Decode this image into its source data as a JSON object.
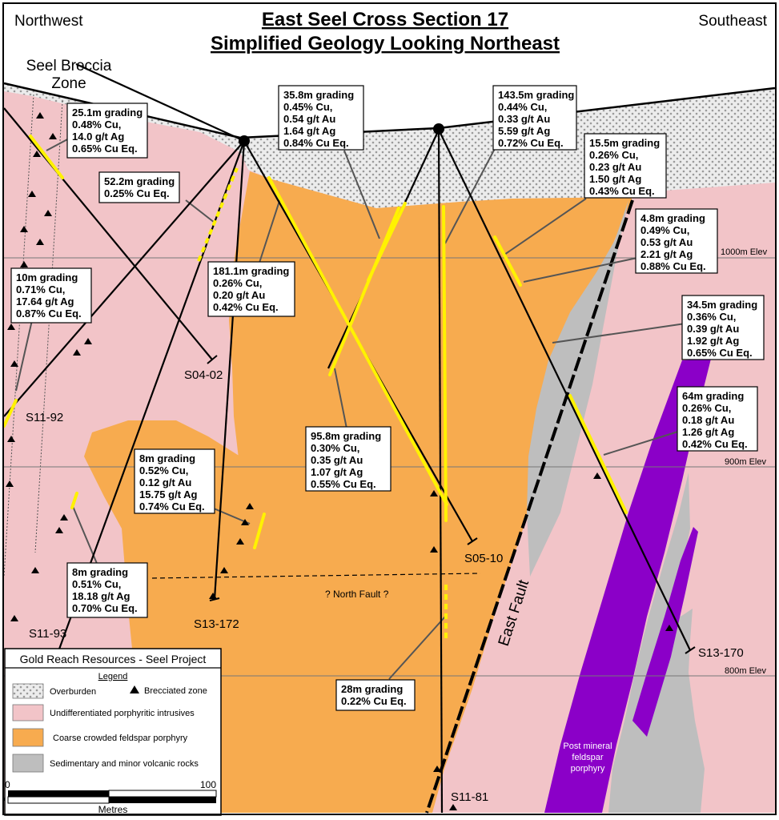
{
  "title_line1": "East Seel Cross Section 17",
  "title_line2": "Simplified Geology Looking Northeast",
  "corner_left": "Northwest",
  "corner_right": "Southeast",
  "zone_label": [
    "Seel Breccia",
    "Zone"
  ],
  "elevations": [
    "1000m Elev",
    "900m Elev",
    "800m Elev"
  ],
  "drillholes": [
    "S04-02",
    "S11-92",
    "S11-93",
    "S13-172",
    "S05-10",
    "S11-81",
    "S13-170"
  ],
  "faults": {
    "north": "? North Fault ?",
    "east": "East Fault"
  },
  "post_mineral": [
    "Post mineral",
    "feldspar",
    "porphyry"
  ],
  "grade_boxes": [
    {
      "lines": [
        "25.1m grading",
        "0.48% Cu,",
        "14.0 g/t Ag",
        "0.65% Cu Eq."
      ]
    },
    {
      "lines": [
        "52.2m grading",
        "0.25% Cu Eq."
      ]
    },
    {
      "lines": [
        "35.8m grading",
        "0.45% Cu,",
        "0.54 g/t Au",
        "1.64 g/t Ag",
        "0.84% Cu Eq."
      ]
    },
    {
      "lines": [
        "143.5m grading",
        "0.44% Cu,",
        "0.33 g/t Au",
        "5.59 g/t Ag",
        "0.72% Cu Eq."
      ]
    },
    {
      "lines": [
        "15.5m grading",
        "0.26% Cu,",
        "0.23 g/t Au",
        "1.50 g/t Ag",
        "0.43% Cu Eq."
      ]
    },
    {
      "lines": [
        "4.8m grading",
        "0.49% Cu,",
        "0.53 g/t Au",
        "2.21 g/t Ag",
        "0.88% Cu Eq."
      ]
    },
    {
      "lines": [
        "10m grading",
        "0.71% Cu,",
        "17.64 g/t Ag",
        "0.87% Cu Eq."
      ]
    },
    {
      "lines": [
        "181.1m grading",
        "0.26% Cu,",
        "0.20 g/t Au",
        "0.42% Cu Eq."
      ]
    },
    {
      "lines": [
        "34.5m grading",
        "0.36% Cu,",
        "0.39 g/t Au",
        "1.92 g/t Ag",
        "0.65% Cu Eq."
      ]
    },
    {
      "lines": [
        "64m grading",
        "0.26% Cu,",
        "0.18 g/t Au",
        "1.26 g/t Ag",
        "0.42% Cu Eq."
      ]
    },
    {
      "lines": [
        "95.8m grading",
        "0.30% Cu,",
        "0.35 g/t Au",
        "1.07 g/t Ag",
        "0.55% Cu Eq."
      ]
    },
    {
      "lines": [
        "8m grading",
        "0.52% Cu,",
        "0.12 g/t Au",
        "15.75 g/t Ag",
        "0.74% Cu Eq."
      ]
    },
    {
      "lines": [
        "8m grading",
        "0.51% Cu,",
        "18.18 g/t Ag",
        "0.70% Cu Eq."
      ]
    },
    {
      "lines": [
        "28m grading",
        "0.22% Cu Eq."
      ]
    }
  ],
  "legend": {
    "company": "Gold Reach Resources - Seel Project",
    "title": "Legend",
    "items": [
      {
        "label": "Overburden",
        "swatch": "pattern-dots"
      },
      {
        "label": "Undifferentiated porphyritic intrusives",
        "swatch": "#f2c4c8"
      },
      {
        "label": "Coarse crowded feldspar porphyry",
        "swatch": "#f7ab4f"
      },
      {
        "label": "Sedimentary and minor volcanic rocks",
        "swatch": "#bebebe"
      }
    ],
    "brecciated": "Brecciated zone"
  },
  "scale": {
    "min": "0",
    "max": "100",
    "unit": "Metres"
  },
  "colors": {
    "pink": "#f2c4c8",
    "orange": "#f7ab4f",
    "grey": "#bebebe",
    "purple": "#8b00c8",
    "yellow": "#fff200"
  }
}
